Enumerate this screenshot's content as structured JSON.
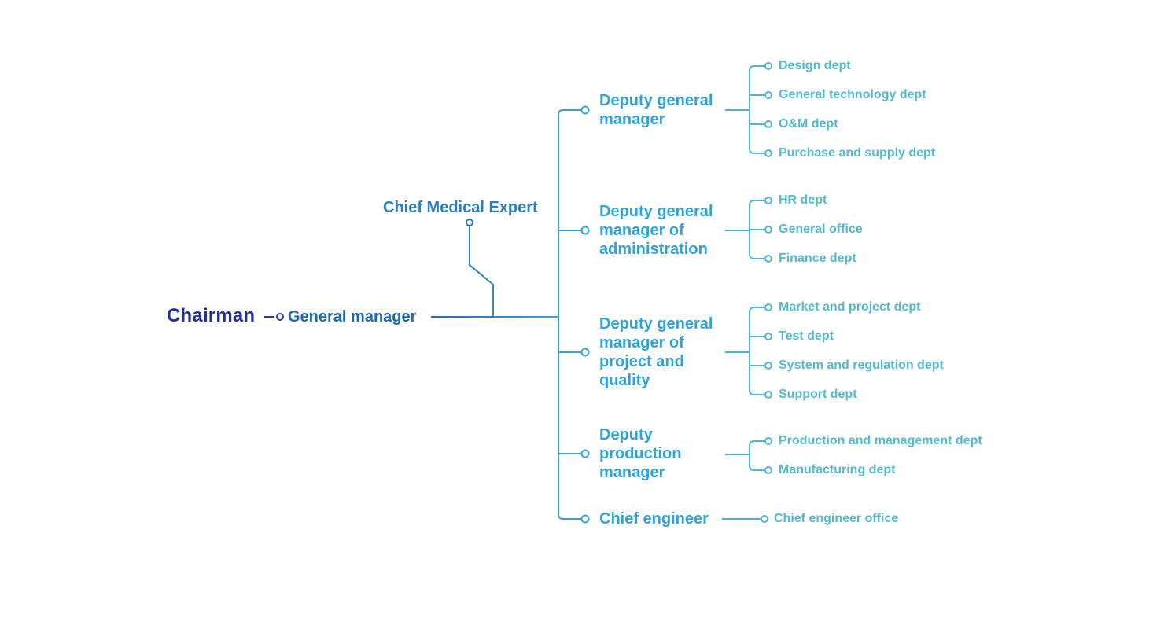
{
  "colors": {
    "chairman_text": "#222f9d",
    "executive_text": "#1c67b6",
    "advisor_text": "#2a7ec5",
    "deputy_text": "#2da3dc",
    "dept_text": "#52bacc",
    "line_start": "#283c9c",
    "line_mid": "#359fd6",
    "line_end": "#4fb9d4"
  },
  "nodes": {
    "chairman": "Chairman",
    "general_manager": "General manager",
    "chief_medical_expert": "Chief Medical Expert"
  },
  "branches": [
    {
      "label": "Deputy general\nmanager",
      "children": [
        "Design dept",
        "General technology dept",
        "O&M dept",
        "Purchase and supply dept"
      ]
    },
    {
      "label": "Deputy general\nmanager of\nadministration",
      "children": [
        "HR dept",
        "General office",
        "Finance dept"
      ]
    },
    {
      "label": "Deputy general\nmanager of\nproject and\nquality",
      "children": [
        "Market and project dept",
        "Test dept",
        "System and regulation dept",
        "Support dept"
      ]
    },
    {
      "label": "Deputy\nproduction\nmanager",
      "children": [
        "Production and management dept",
        "Manufacturing dept"
      ]
    },
    {
      "label": "Chief engineer",
      "children": [
        "Chief engineer office"
      ]
    }
  ]
}
